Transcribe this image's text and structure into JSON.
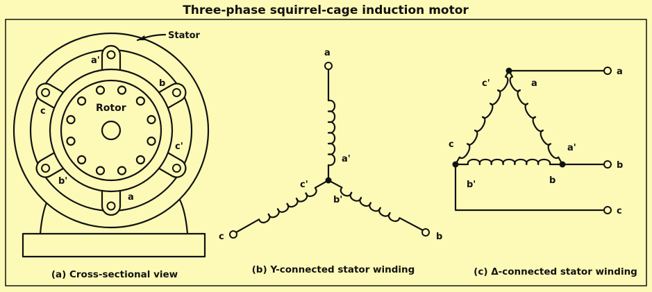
{
  "title": "Three-phase squirrel-cage induction motor",
  "captions": {
    "a": "(a) Cross-sectional view",
    "b": "(b) Y-connected stator winding",
    "c": "(c) Δ-connected stator winding"
  },
  "cross_section": {
    "stator": "Stator",
    "rotor": "Rotor",
    "slots": {
      "a_prime": "a'",
      "b": "b",
      "c_prime": "c'",
      "a": "a",
      "b_prime": "b'",
      "c": "c"
    }
  },
  "wye": {
    "a": "a",
    "a_prime": "a'",
    "b": "b",
    "b_prime": "b'",
    "c": "c",
    "c_prime": "c'"
  },
  "delta": {
    "a": "a",
    "a_prime": "a'",
    "b": "b",
    "b_prime": "b'",
    "c": "c",
    "c_prime": "c'",
    "term_a": "a",
    "term_b": "b",
    "term_c": "c"
  }
}
